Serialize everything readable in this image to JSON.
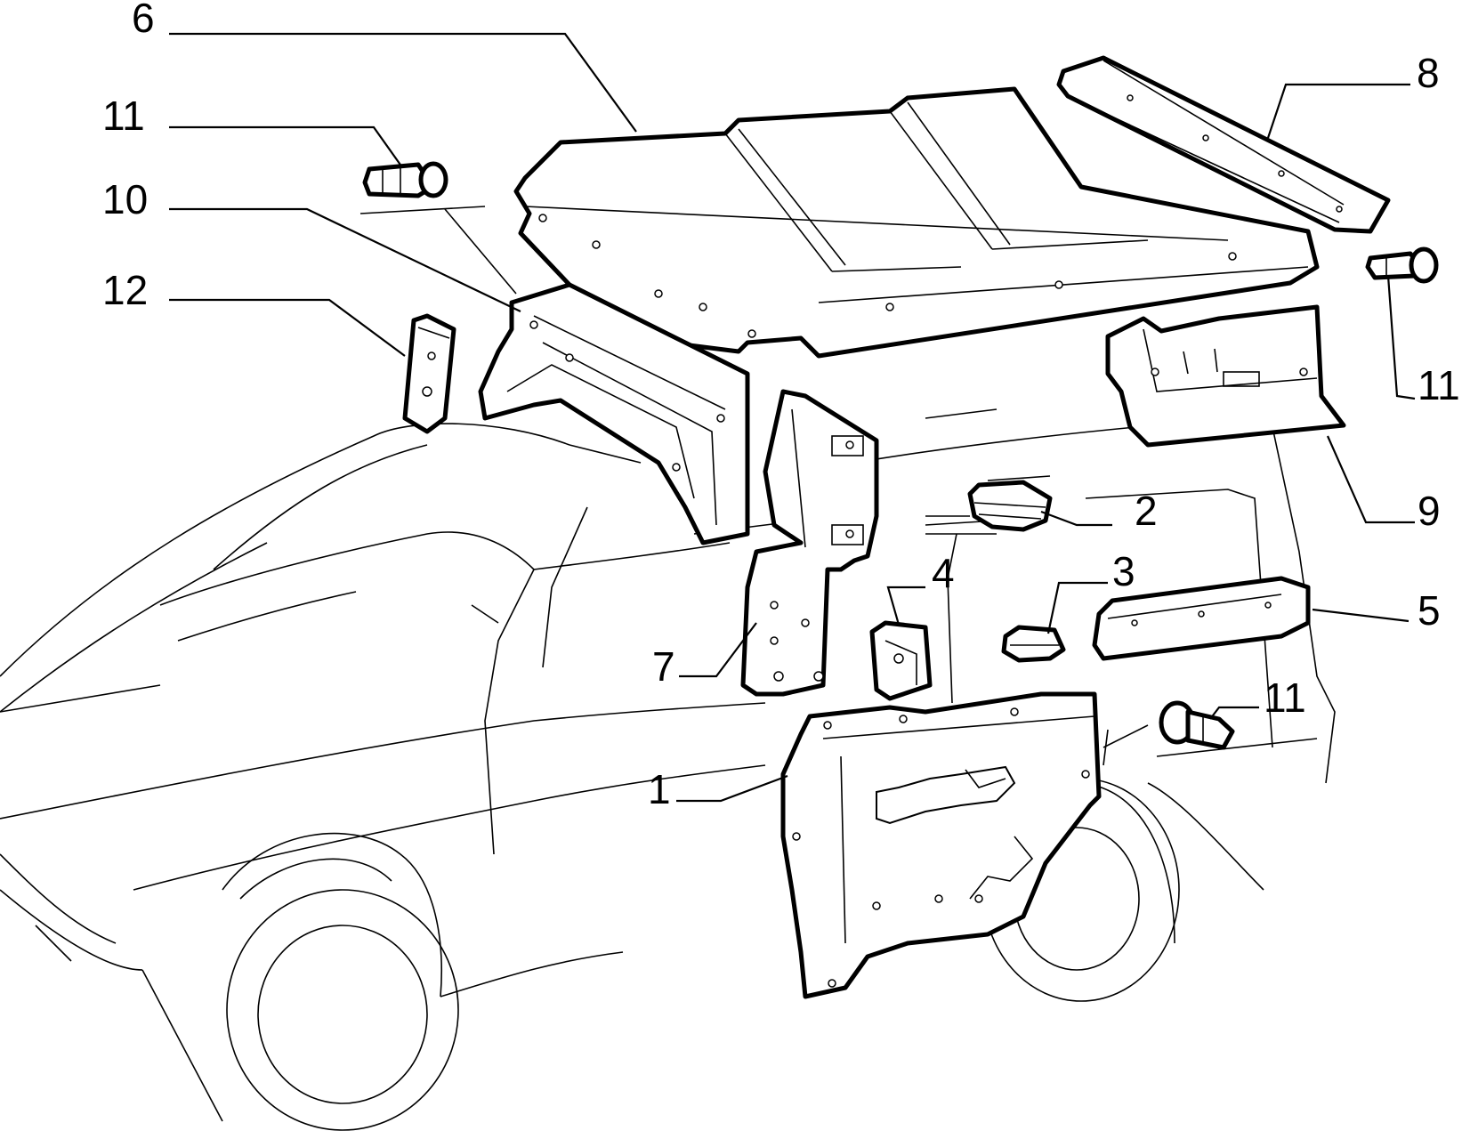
{
  "callouts": [
    {
      "id": "c1",
      "label": "1"
    },
    {
      "id": "c2",
      "label": "2"
    },
    {
      "id": "c3",
      "label": "3"
    },
    {
      "id": "c4",
      "label": "4"
    },
    {
      "id": "c5",
      "label": "5"
    },
    {
      "id": "c6",
      "label": "6"
    },
    {
      "id": "c7",
      "label": "7"
    },
    {
      "id": "c8",
      "label": "8"
    },
    {
      "id": "c9",
      "label": "9"
    },
    {
      "id": "c10",
      "label": "10"
    },
    {
      "id": "c11a",
      "label": "11"
    },
    {
      "id": "c11b",
      "label": "11"
    },
    {
      "id": "c11c",
      "label": "11"
    },
    {
      "id": "c12",
      "label": "12"
    }
  ]
}
